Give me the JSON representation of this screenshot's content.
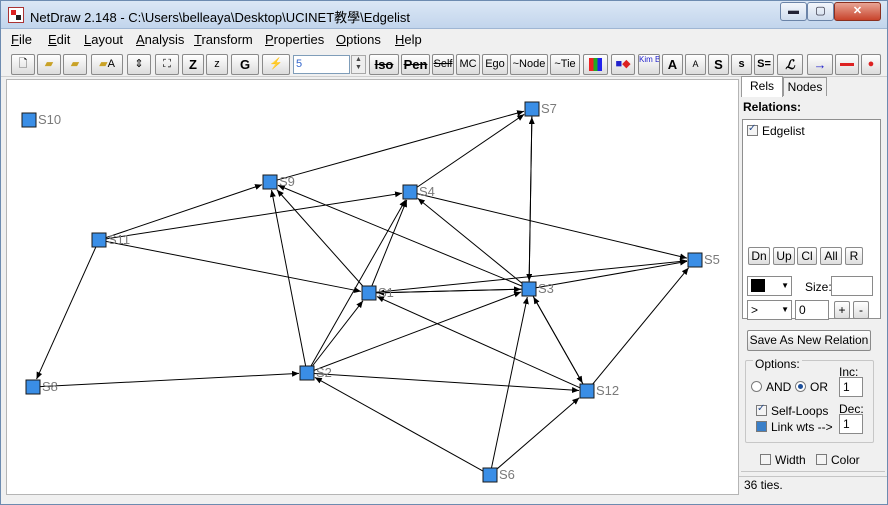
{
  "window": {
    "title": "NetDraw 2.148 - C:\\Users\\belleaya\\Desktop\\UCINET教學\\Edgelist",
    "min": "▬",
    "max": "▢",
    "close": "✕"
  },
  "menu": {
    "file": "File",
    "edit": "Edit",
    "layout": "Layout",
    "analysis": "Analysis",
    "transform": "Transform",
    "properties": "Properties",
    "options": "Options",
    "help": "Help"
  },
  "toolbar": {
    "open_a": "A",
    "z_big": "Z",
    "z_small": "z",
    "g": "G",
    "lightning": "⚡",
    "size_value": "5",
    "iso": "Iso",
    "pen": "Pen",
    "self": "Self",
    "mc": "MC",
    "ego": "Ego",
    "node": "~Node",
    "tie": "~Tie",
    "kim_bill": "Kim Bill",
    "a_big": "A",
    "a_small": "A",
    "s_big": "S",
    "s_small": "s",
    "s_eq": "S=",
    "italic_l": "ℒ",
    "arrow_btn": "→",
    "red_dot": "●"
  },
  "panel": {
    "tab_rels": "Rels",
    "tab_nodes": "Nodes",
    "relations_label": "Relations:",
    "relation_item": "Edgelist",
    "btn_dn": "Dn",
    "btn_up": "Up",
    "btn_cl": "Cl",
    "btn_all": "All",
    "btn_r": "R",
    "size_label": "Size:",
    "arrow_combo": ">",
    "zero_value": "0",
    "plus": "+",
    "minus": "-",
    "save_new_relation": "Save As New Relation",
    "options_label": "Options:",
    "and_label": "AND",
    "or_label": "OR",
    "inc_label": "Inc:",
    "inc_value": "1",
    "self_loops": "Self-Loops",
    "link_wts": "Link wts -->",
    "dec_label": "Dec:",
    "dec_value": "1",
    "width_label": "Width",
    "color_label": "Color",
    "status": "36 ties."
  },
  "graph": {
    "node_color": "#3a8ee6",
    "nodes": [
      {
        "id": "S10",
        "label": "S10"
      },
      {
        "id": "S7",
        "label": "S7"
      },
      {
        "id": "S9",
        "label": "S9"
      },
      {
        "id": "S4",
        "label": "S4"
      },
      {
        "id": "S11",
        "label": "S11"
      },
      {
        "id": "S5",
        "label": "S5"
      },
      {
        "id": "S1",
        "label": "S1"
      },
      {
        "id": "S3",
        "label": "S3"
      },
      {
        "id": "S2",
        "label": "S2"
      },
      {
        "id": "S8",
        "label": "S8"
      },
      {
        "id": "S12",
        "label": "S12"
      },
      {
        "id": "S6",
        "label": "S6"
      }
    ],
    "edges": [
      [
        "S9",
        "S7"
      ],
      [
        "S4",
        "S7"
      ],
      [
        "S3",
        "S7"
      ],
      [
        "S7",
        "S3"
      ],
      [
        "S11",
        "S9"
      ],
      [
        "S11",
        "S4"
      ],
      [
        "S11",
        "S1"
      ],
      [
        "S11",
        "S8"
      ],
      [
        "S1",
        "S9"
      ],
      [
        "S2",
        "S9"
      ],
      [
        "S3",
        "S9"
      ],
      [
        "S1",
        "S4"
      ],
      [
        "S2",
        "S4"
      ],
      [
        "S3",
        "S4"
      ],
      [
        "S4",
        "S5"
      ],
      [
        "S1",
        "S3"
      ],
      [
        "S3",
        "S1"
      ],
      [
        "S1",
        "S5"
      ],
      [
        "S3",
        "S5"
      ],
      [
        "S12",
        "S5"
      ],
      [
        "S2",
        "S1"
      ],
      [
        "S12",
        "S1"
      ],
      [
        "S2",
        "S3"
      ],
      [
        "S12",
        "S3"
      ],
      [
        "S6",
        "S3"
      ],
      [
        "S8",
        "S2"
      ],
      [
        "S2",
        "S12"
      ],
      [
        "S6",
        "S2"
      ],
      [
        "S6",
        "S12"
      ],
      [
        "S3",
        "S12"
      ]
    ]
  }
}
